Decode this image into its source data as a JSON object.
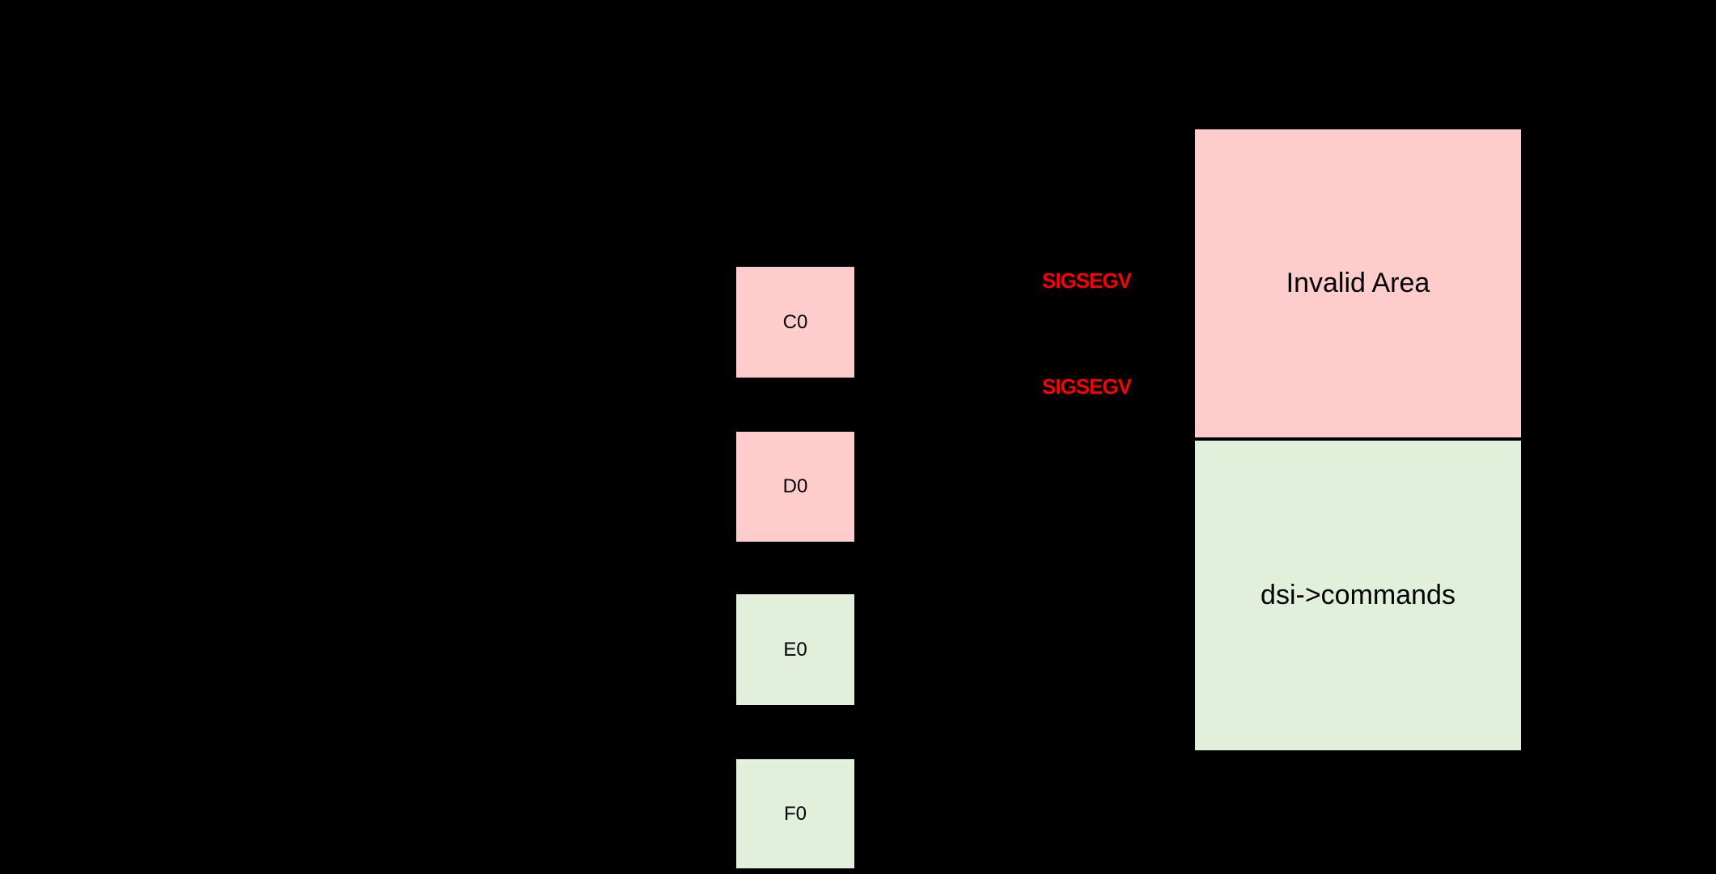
{
  "colors": {
    "background": "#000000",
    "invalid_fill": "#FFCCCC",
    "valid_fill": "#E2EFDA",
    "signal_text": "#FF0000",
    "label_text": "#000000",
    "border": "#000000"
  },
  "memory_blocks": [
    {
      "label": "C0",
      "type": "invalid"
    },
    {
      "label": "D0",
      "type": "invalid"
    },
    {
      "label": "E0",
      "type": "valid"
    },
    {
      "label": "F0",
      "type": "valid"
    }
  ],
  "signal_labels": [
    {
      "label": "SIGSEGV"
    },
    {
      "label": "SIGSEGV"
    }
  ],
  "regions": [
    {
      "label": "Invalid Area",
      "type": "invalid"
    },
    {
      "label": "dsi->commands",
      "type": "valid"
    }
  ]
}
